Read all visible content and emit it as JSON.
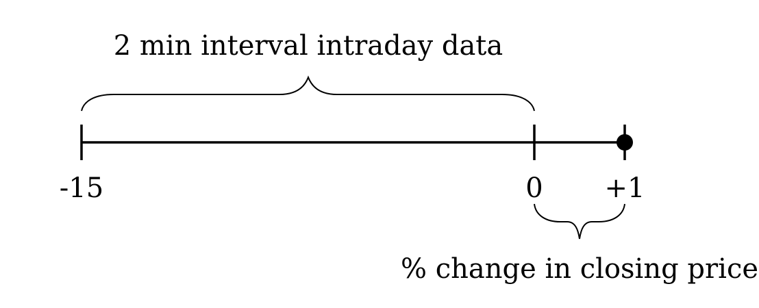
{
  "top_brace_label": "2 min interval intraday data",
  "bottom_brace_label": "% change in closing price",
  "ticks": [
    {
      "label": "-15"
    },
    {
      "label": "0"
    },
    {
      "label": "+1"
    }
  ],
  "end_marker": "filled-circle",
  "colors": {
    "line": "#000000",
    "background": "#ffffff"
  }
}
